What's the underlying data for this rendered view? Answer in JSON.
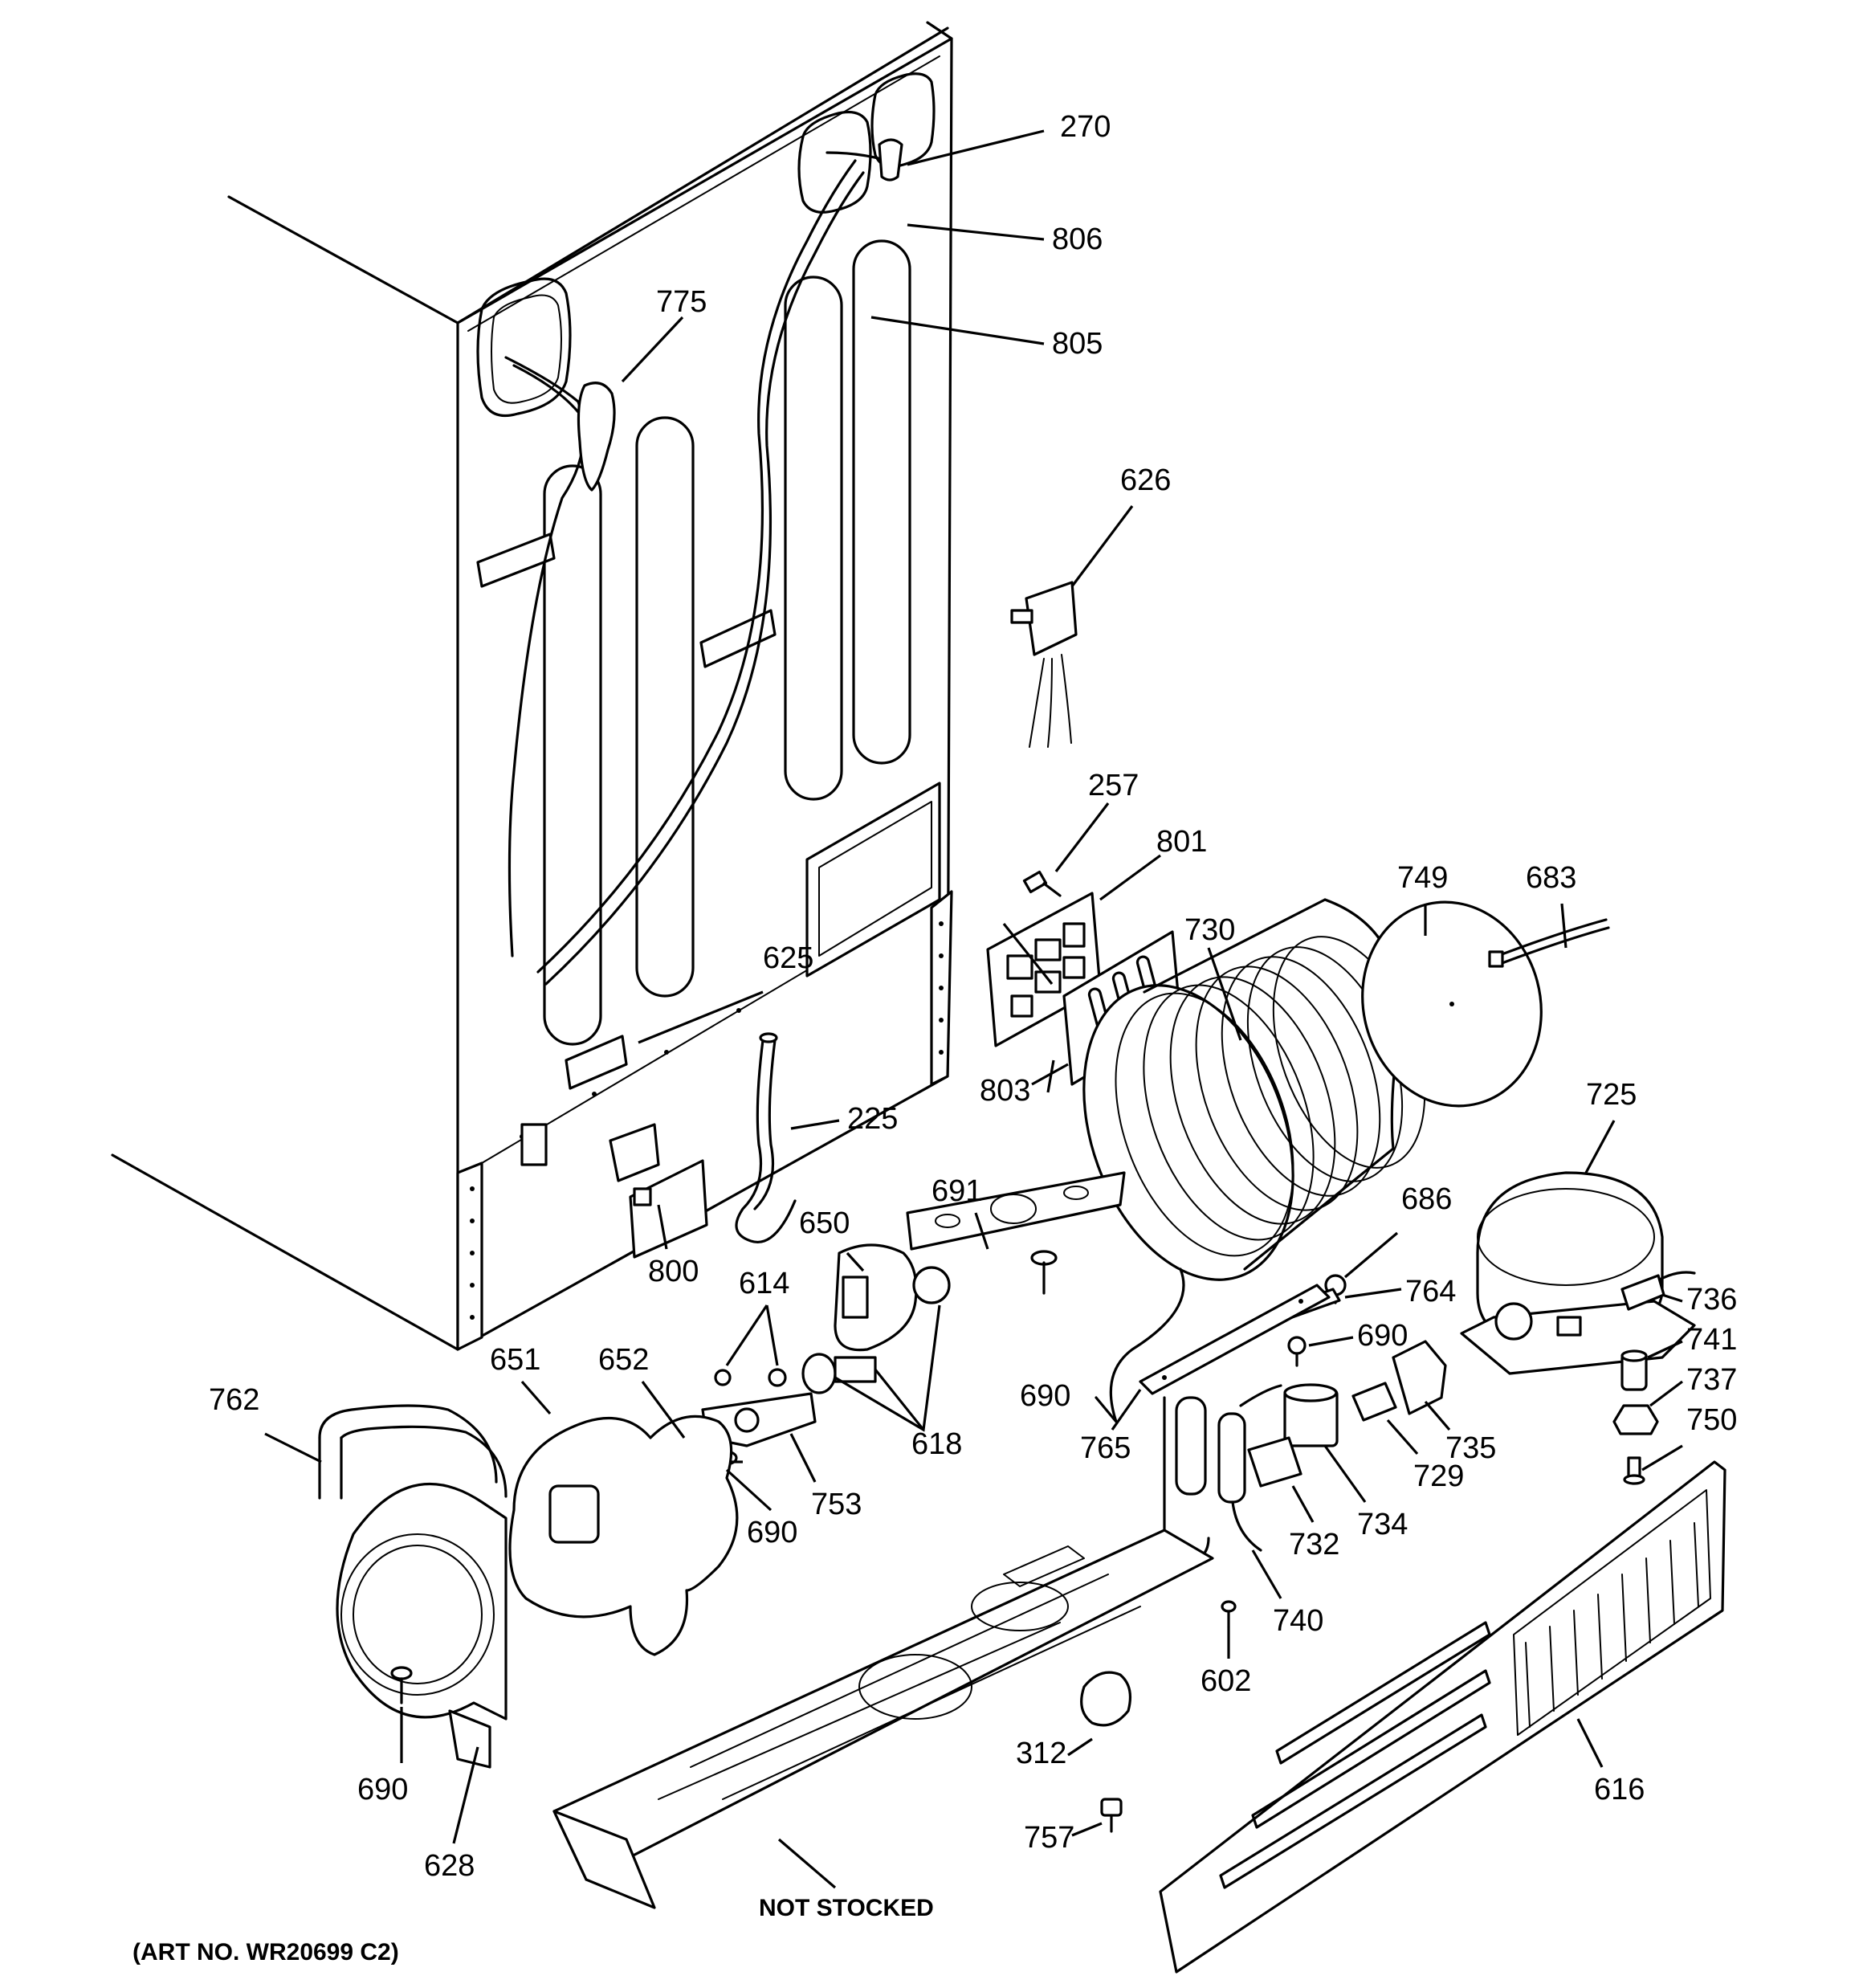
{
  "callouts": [
    {
      "id": "c270",
      "text": "270"
    },
    {
      "id": "c806",
      "text": "806"
    },
    {
      "id": "c805",
      "text": "805"
    },
    {
      "id": "c775",
      "text": "775"
    },
    {
      "id": "c626",
      "text": "626"
    },
    {
      "id": "c257",
      "text": "257"
    },
    {
      "id": "c801",
      "text": "801"
    },
    {
      "id": "c749",
      "text": "749"
    },
    {
      "id": "c683",
      "text": "683"
    },
    {
      "id": "c730",
      "text": "730"
    },
    {
      "id": "c625",
      "text": "625"
    },
    {
      "id": "c803",
      "text": "803"
    },
    {
      "id": "c725",
      "text": "725"
    },
    {
      "id": "c225",
      "text": "225"
    },
    {
      "id": "c691",
      "text": "691"
    },
    {
      "id": "c686",
      "text": "686"
    },
    {
      "id": "c650",
      "text": "650"
    },
    {
      "id": "c614",
      "text": "614"
    },
    {
      "id": "c800",
      "text": "800"
    },
    {
      "id": "c764",
      "text": "764"
    },
    {
      "id": "c736",
      "text": "736"
    },
    {
      "id": "c690a",
      "text": "690"
    },
    {
      "id": "c741",
      "text": "741"
    },
    {
      "id": "c651",
      "text": "651"
    },
    {
      "id": "c652",
      "text": "652"
    },
    {
      "id": "c690b",
      "text": "690"
    },
    {
      "id": "c737",
      "text": "737"
    },
    {
      "id": "c762",
      "text": "762"
    },
    {
      "id": "c618",
      "text": "618"
    },
    {
      "id": "c765",
      "text": "765"
    },
    {
      "id": "c735",
      "text": "735"
    },
    {
      "id": "c750",
      "text": "750"
    },
    {
      "id": "c753",
      "text": "753"
    },
    {
      "id": "c729",
      "text": "729"
    },
    {
      "id": "c690c",
      "text": "690"
    },
    {
      "id": "c734",
      "text": "734"
    },
    {
      "id": "c732",
      "text": "732"
    },
    {
      "id": "c740",
      "text": "740"
    },
    {
      "id": "c602",
      "text": "602"
    },
    {
      "id": "c312",
      "text": "312"
    },
    {
      "id": "c616",
      "text": "616"
    },
    {
      "id": "c690d",
      "text": "690"
    },
    {
      "id": "c757",
      "text": "757"
    },
    {
      "id": "c628",
      "text": "628"
    }
  ],
  "notes": {
    "not_stocked": "NOT STOCKED",
    "art_no": "(ART NO. WR20699 C2)"
  }
}
